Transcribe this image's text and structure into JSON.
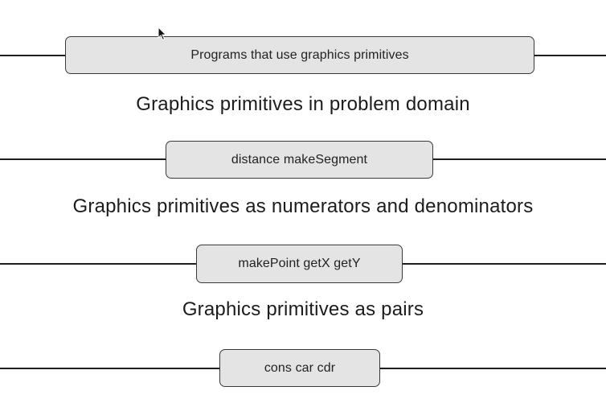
{
  "layers": [
    {
      "box_text": "Programs that use graphics primitives"
    },
    {
      "box_text": "distance makeSegment"
    },
    {
      "box_text": "makePoint getX getY"
    },
    {
      "box_text": "cons car cdr"
    }
  ],
  "barriers": [
    "Graphics primitives in problem domain",
    "Graphics primitives as numerators and denominators",
    "Graphics primitives as pairs"
  ],
  "colors": {
    "box_fill": "#e4e4e4",
    "box_border": "#3a3a3a",
    "line": "#1e1e1e",
    "text": "#1c1c1c"
  },
  "icons": {
    "cursor": "mouse-pointer-icon"
  }
}
